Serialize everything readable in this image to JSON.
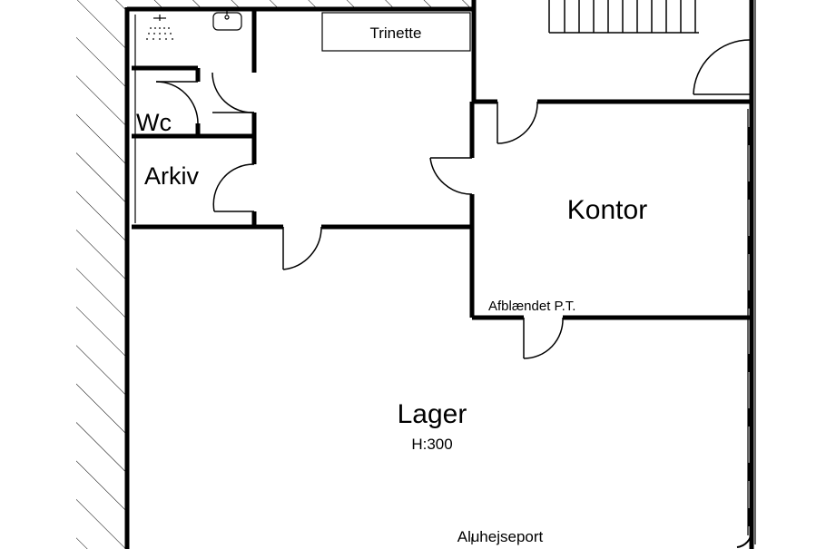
{
  "rooms": {
    "trinette": "Trinette",
    "wc": "Wc",
    "arkiv": "Arkiv",
    "kontor": "Kontor",
    "lager": "Lager",
    "lager_height": "H:300",
    "blanked_note": "Afblændet P.T.",
    "door_note": "Aluhejseport"
  },
  "icons": {
    "shower": "shower-icon",
    "sink": "sink-icon"
  },
  "colors": {
    "wall": "#000000",
    "background": "#ffffff"
  }
}
